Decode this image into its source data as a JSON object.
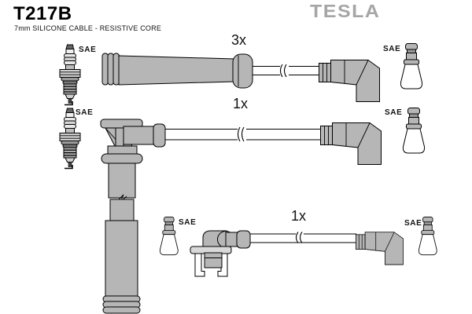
{
  "header": {
    "part_number": "T217B",
    "subtitle": "7mm SILICONE CABLE - RESISTIVE CORE",
    "brand": "TESLA"
  },
  "diagram": {
    "sae_label": "SAE",
    "cables": [
      {
        "name": "cable-top",
        "quantity_label": "3x",
        "left_end": "straight-boot",
        "right_end": "elbow-boot"
      },
      {
        "name": "cable-middle",
        "quantity_label": "1x",
        "left_end": "coil-top-boot",
        "right_end": "elbow-boot"
      },
      {
        "name": "cable-bottom",
        "quantity_label": "1x",
        "left_end": "clip-connector",
        "right_end": "elbow-boot"
      }
    ]
  },
  "icons": {
    "spark_plug": "spark-plug-icon",
    "sae_terminal": "sae-terminal-icon",
    "elbow_boot": "elbow-boot-icon",
    "straight_boot": "straight-boot-icon",
    "coil_top_boot": "coil-top-boot-icon",
    "clip_bracket": "clip-bracket-icon",
    "wire_break": "wire-break-icon"
  },
  "colors": {
    "background": "#ffffff",
    "boot_gray": "#b6b6b6",
    "boot_gray_dark": "#989898",
    "clip_light_gray": "#d9d9d9",
    "line_black": "#000000",
    "brand_gray": "#a6a6a6"
  }
}
